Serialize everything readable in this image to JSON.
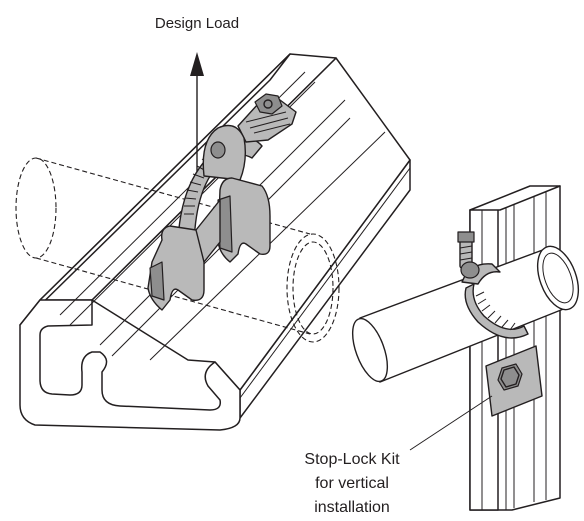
{
  "labels": {
    "design_load": "Design Load",
    "stop_lock_line1": "Stop-Lock Kit",
    "stop_lock_line2": "for vertical",
    "stop_lock_line3": "installation"
  }
}
